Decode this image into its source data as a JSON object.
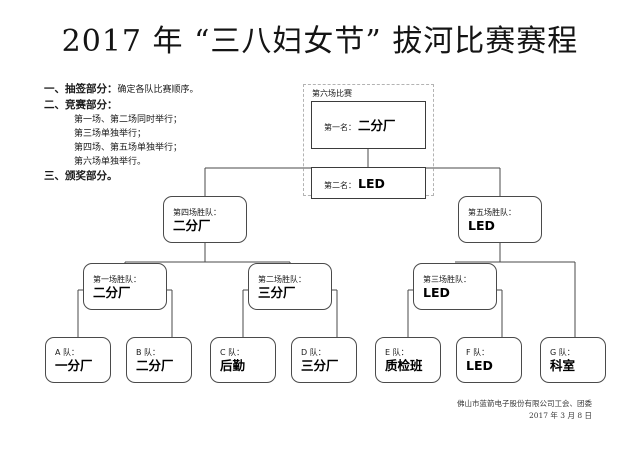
{
  "title": "2017 年 “三八妇女节” 拔河比赛赛程",
  "rules": [
    {
      "kind": "major",
      "head": "一、抽签部分：",
      "tail": "确定各队比赛顺序。"
    },
    {
      "kind": "major",
      "head": "二、竞赛部分：",
      "tail": ""
    },
    {
      "kind": "sub",
      "text": "第一场、第二场同时举行；"
    },
    {
      "kind": "sub",
      "text": "第三场单独举行；"
    },
    {
      "kind": "sub",
      "text": "第四场、第五场单独举行；"
    },
    {
      "kind": "sub",
      "text": "第六场单独举行。"
    },
    {
      "kind": "major",
      "head": "三、颁奖部分。",
      "tail": ""
    }
  ],
  "final_group": {
    "caption": "第六场比赛",
    "first": {
      "label": "第一名：",
      "value": "二分厂"
    },
    "second": {
      "label": "第二名：",
      "value": "LED"
    }
  },
  "semifinals": [
    {
      "label": "第四场胜队：",
      "value": "二分厂"
    },
    {
      "label": "第五场胜队：",
      "value": "LED"
    }
  ],
  "quarterfinals": [
    {
      "label": "第一场胜队：",
      "value": "二分厂"
    },
    {
      "label": "第二场胜队：",
      "value": "三分厂"
    },
    {
      "label": "第三场胜队：",
      "value": "LED"
    }
  ],
  "teams": [
    {
      "label": "A 队：",
      "value": "一分厂"
    },
    {
      "label": "B 队：",
      "value": "二分厂"
    },
    {
      "label": "C 队：",
      "value": "后勤"
    },
    {
      "label": "D 队：",
      "value": "三分厂"
    },
    {
      "label": "E 队：",
      "value": "质检班"
    },
    {
      "label": "F 队：",
      "value": "LED"
    },
    {
      "label": "G 队：",
      "value": "科室"
    }
  ],
  "footer": {
    "org": "佛山市蓝箭电子股份有限公司工会、团委",
    "date": "2017 年 3 月 8 日"
  },
  "colors": {
    "line": "#4a4a4a",
    "dashed": "#b3b3b3",
    "text": "#1a1a1a"
  }
}
